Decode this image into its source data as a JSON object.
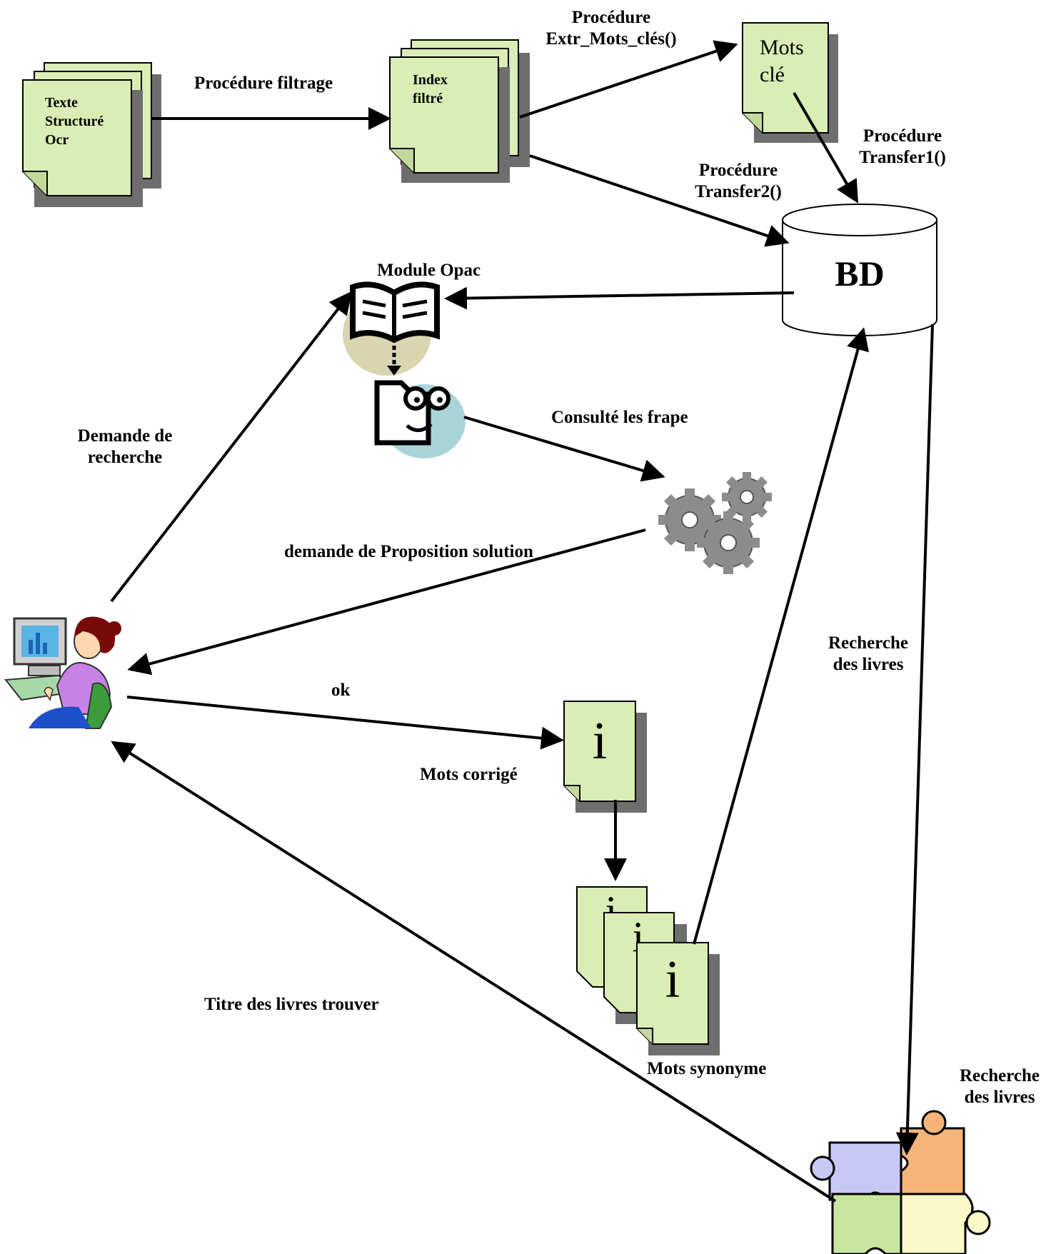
{
  "documents": {
    "texte": [
      "Texte",
      "Structuré",
      "Ocr"
    ],
    "index": [
      "Index",
      "filtré"
    ],
    "mots_cle": [
      "Mots",
      "clé"
    ],
    "info_glyph": "i"
  },
  "database": {
    "label": "BD"
  },
  "labels": {
    "filtrage": "Procédure filtrage",
    "extr_1": "Procédure",
    "extr_2": "Extr_Mots_clés()",
    "transfer1_1": "Procédure",
    "transfer1_2": "Transfer1()",
    "transfer2_1": "Procédure",
    "transfer2_2": "Transfer2()",
    "module_opac": "Module Opac",
    "consulte": "Consulté les  frape",
    "demande_1": "Demande  de",
    "demande_2": "recherche",
    "proposition": "demande de  Proposition solution",
    "ok": "ok",
    "mots_corrige": "Mots corrigé",
    "mots_synonyme": "Mots synonyme",
    "titre": "Titre des livres trouver",
    "recherche_mid_1": "Recherche",
    "recherche_mid_2": "des livres",
    "recherche_right_1": "Recherche",
    "recherche_right_2": "des livres"
  },
  "colors": {
    "doc_fill": "#d9edb5",
    "shadow": "#6e6e6e",
    "puzzle": [
      "#c8c8f5",
      "#f5b478",
      "#c8e6a0",
      "#fafac8"
    ],
    "gear": "#8c8c8c",
    "user_shirt": "#c882e6",
    "user_hair": "#780a0a",
    "user_pants": "#1e50c8"
  },
  "icons": [
    "book-icon",
    "face-icon",
    "gears-icon",
    "user-computer-icon",
    "info-document-icon",
    "puzzle-icon",
    "database-icon"
  ]
}
